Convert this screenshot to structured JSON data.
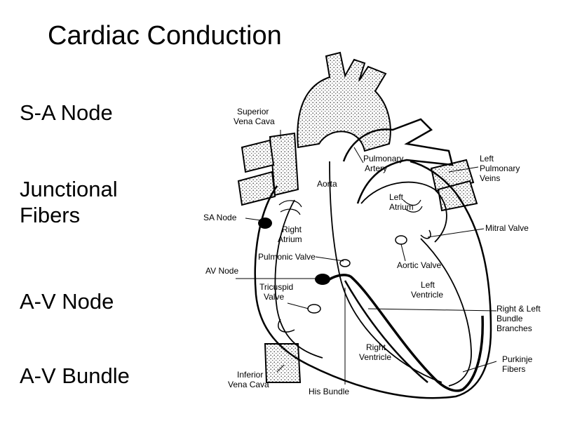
{
  "slide": {
    "title": "Cardiac Conduction",
    "bullets": [
      "S-A Node",
      "Junctional Fibers",
      "A-V Node",
      "A-V Bundle"
    ]
  },
  "diagram": {
    "labels": {
      "superior_vena_cava": [
        "Superior",
        "Vena Cava"
      ],
      "pulmonary_artery": [
        "Pulmonary",
        "Artery"
      ],
      "left_pulmonary_veins": [
        "Left",
        "Pulmonary",
        "Veins"
      ],
      "aorta": "Aorta",
      "left_atrium": [
        "Left",
        "Atrium"
      ],
      "sa_node": "SA Node",
      "right_atrium": [
        "Right",
        "Atrium"
      ],
      "mitral_valve": "Mitral Valve",
      "pulmonic_valve": "Pulmonic Valve",
      "aortic_valve": "Aortic Valve",
      "av_node": "AV Node",
      "tricuspid_valve": [
        "Tricuspid",
        "Valve"
      ],
      "left_ventricle": [
        "Left",
        "Ventricle"
      ],
      "bundle_branches": [
        "Right & Left",
        "Bundle",
        "Branches"
      ],
      "right_ventricle": [
        "Right",
        "Ventricle"
      ],
      "purkinje_fibers": [
        "Purkinje",
        "Fibers"
      ],
      "inferior_vena_cava": [
        "Inferior",
        "Vena Cava"
      ],
      "his_bundle": "His Bundle"
    }
  }
}
